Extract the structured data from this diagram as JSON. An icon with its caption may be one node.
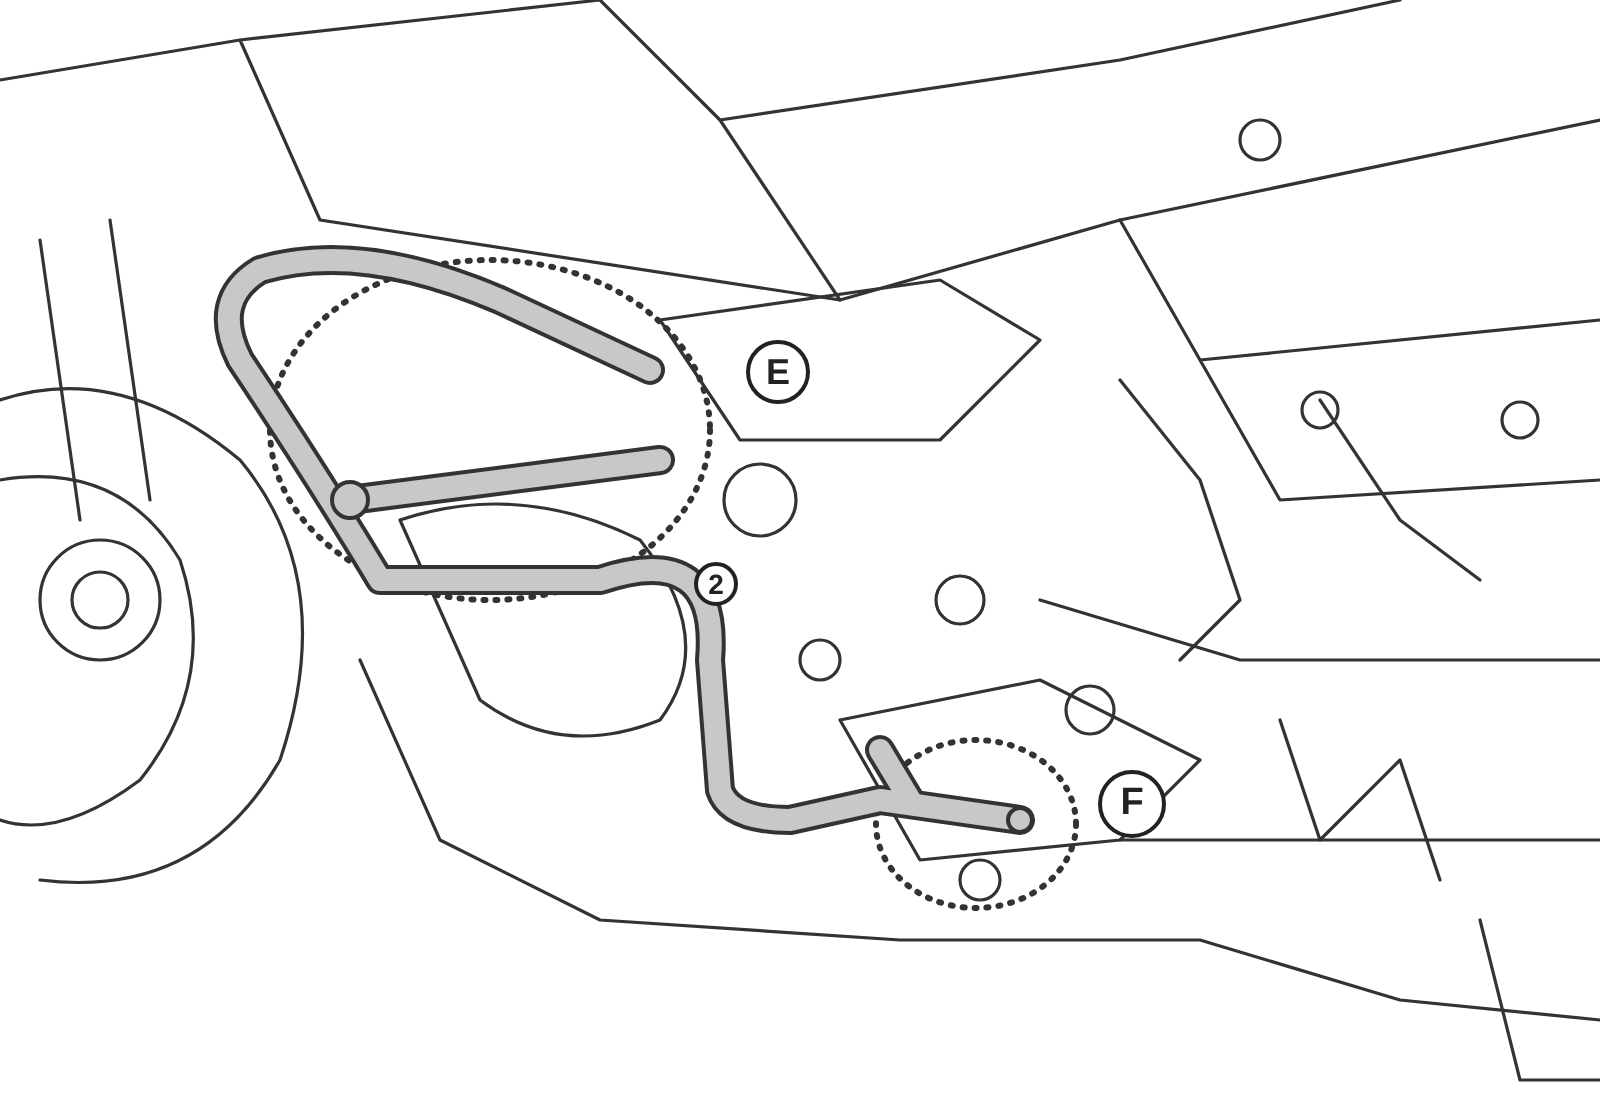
{
  "diagram": {
    "labels": [
      "E",
      "2",
      "F"
    ]
  }
}
